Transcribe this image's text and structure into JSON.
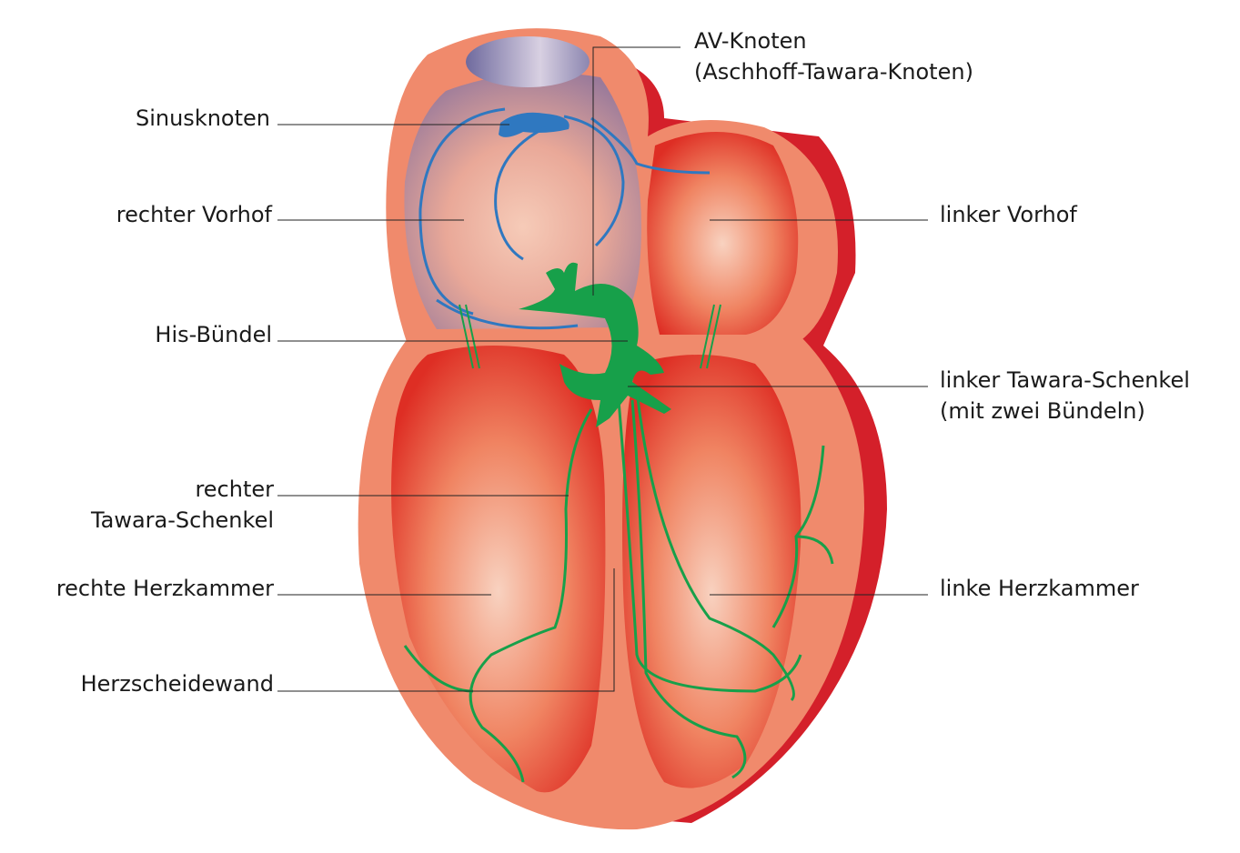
{
  "labels": {
    "av_node": {
      "line1": "AV-Knoten",
      "line2": "(Aschhoff-Tawara-Knoten)"
    },
    "sinus_node": "Sinusknoten",
    "right_atrium": "rechter Vorhof",
    "left_atrium": "linker Vorhof",
    "his_bundle": "His-Bündel",
    "left_bundle_branch": {
      "line1": "linker Tawara-Schenkel",
      "line2": "(mit zwei Bündeln)"
    },
    "right_bundle_branch": {
      "line1": "rechter",
      "line2": "Tawara-Schenkel"
    },
    "right_ventricle": "rechte Herzkammer",
    "left_ventricle": "linke Herzkammer",
    "septum": "Herzscheidewand"
  },
  "colors": {
    "wall": "#F08A6C",
    "outer_edge": "#D4202A",
    "chamber": "#E8432E",
    "conduction_green": "#17A04A",
    "sinus_blue": "#2F78C0"
  }
}
